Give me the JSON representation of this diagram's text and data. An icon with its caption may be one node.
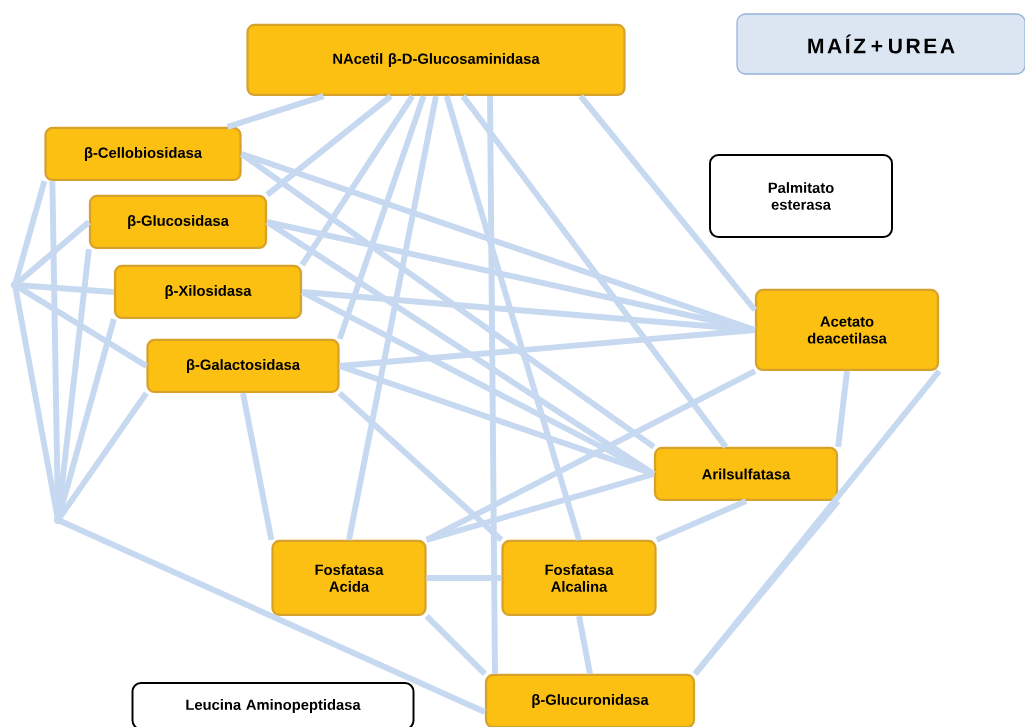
{
  "diagram": {
    "nodes": [
      {
        "text": [
          "NAcetil β-D-Glucosaminidasa"
        ]
      },
      {
        "text": [
          "MAÍZ + UREA"
        ]
      },
      {
        "text": [
          "β-Cellobiosidasa"
        ]
      },
      {
        "text": [
          "Palmitato esterasa"
        ]
      },
      {
        "text": [
          "β-Glucosidasa"
        ]
      },
      {
        "text": [
          "β-Xilosidasa"
        ]
      },
      {
        "text": [
          "Acetato deacetilasa"
        ]
      },
      {
        "text": [
          "β-Galactosidasa"
        ]
      },
      {
        "text": [
          "Arilsulfatasa"
        ]
      },
      {
        "text": [
          "Fosfatasa Acida"
        ]
      },
      {
        "text": [
          "Fosfatasa Alcalina"
        ]
      },
      {
        "text": [
          "Leucina Aminopeptidasa"
        ]
      },
      {
        "text": [
          "β-Glucuronidasa"
        ]
      },
      {
        "text": [],
        "shape": "point"
      },
      {
        "text": [],
        "shape": "point"
      }
    ],
    "edges": [
      {
        "from": 13,
        "to": 2,
        "arrow": "none"
      },
      {
        "from": 13,
        "to": 4,
        "arrow": "none"
      },
      {
        "from": 13,
        "to": 5,
        "arrow": "none"
      },
      {
        "from": 13,
        "to": 7,
        "arrow": "none"
      },
      {
        "from": 13,
        "to": 14,
        "arrow": "none"
      },
      {
        "from": 14,
        "to": 2,
        "arrow": "none"
      },
      {
        "from": 14,
        "to": 4,
        "arrow": "none"
      },
      {
        "from": 14,
        "to": 5,
        "arrow": "none"
      },
      {
        "from": 14,
        "to": 7,
        "arrow": "none"
      },
      {
        "from": 14,
        "to": 12,
        "arrow": "none"
      },
      {
        "from": 0,
        "to": 2,
        "arrow": "none"
      },
      {
        "from": 0,
        "to": 4,
        "arrow": "none"
      },
      {
        "from": 0,
        "to": 5,
        "arrow": "none"
      },
      {
        "from": 0,
        "to": 7,
        "arrow": "none"
      },
      {
        "from": 0,
        "to": 9,
        "arrow": "none"
      },
      {
        "from": 0,
        "to": 10,
        "arrow": "none"
      },
      {
        "from": 0,
        "to": 12,
        "arrow": "none"
      },
      {
        "from": 0,
        "to": 8,
        "arrow": "none"
      },
      {
        "from": 0,
        "to": 6,
        "arrow": "none"
      },
      {
        "from": 2,
        "to": 6,
        "arrow": "none"
      },
      {
        "from": 2,
        "to": 8,
        "arrow": "none"
      },
      {
        "from": 4,
        "to": 6,
        "arrow": "none"
      },
      {
        "from": 4,
        "to": 8,
        "arrow": "none"
      },
      {
        "from": 5,
        "to": 6,
        "arrow": "none"
      },
      {
        "from": 5,
        "to": 8,
        "arrow": "none"
      },
      {
        "from": 7,
        "to": 6,
        "arrow": "none"
      },
      {
        "from": 7,
        "to": 8,
        "arrow": "none"
      },
      {
        "from": 7,
        "to": 10,
        "arrow": "none"
      },
      {
        "from": 7,
        "to": 9,
        "arrow": "none"
      },
      {
        "from": 6,
        "to": 9,
        "arrow": "none"
      },
      {
        "from": 6,
        "to": 8,
        "arrow": "none"
      },
      {
        "from": 6,
        "to": 12,
        "arrow": "none"
      },
      {
        "from": 8,
        "to": 9,
        "arrow": "none"
      },
      {
        "from": 8,
        "to": 10,
        "arrow": "none"
      },
      {
        "from": 8,
        "to": 12,
        "arrow": "none"
      },
      {
        "from": 9,
        "to": 10,
        "arrow": "none"
      },
      {
        "from": 9,
        "to": 12,
        "arrow": "none"
      },
      {
        "from": 10,
        "to": 12,
        "arrow": "none"
      }
    ]
  }
}
